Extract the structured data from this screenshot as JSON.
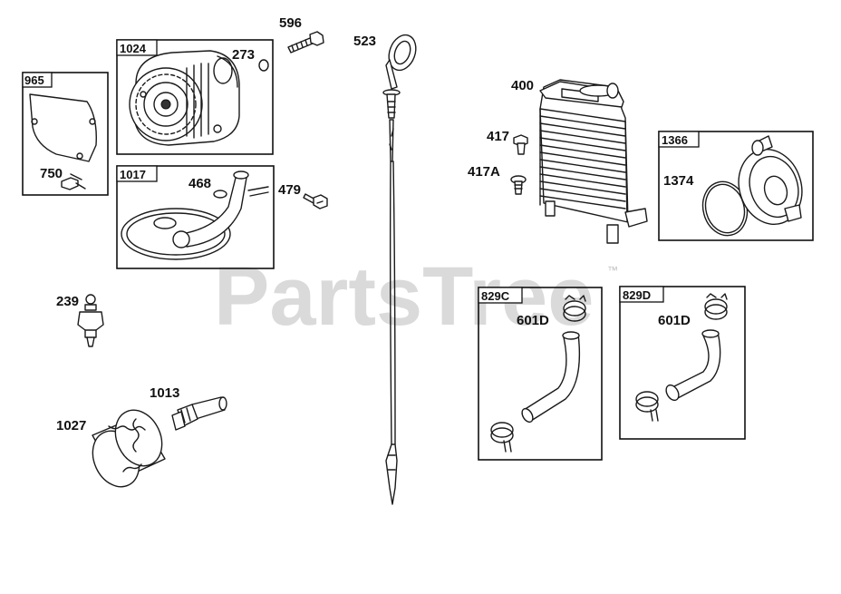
{
  "diagram": {
    "watermark": "PartsTree",
    "trademark": "™",
    "boxes": {
      "b965": "965",
      "b1024": "1024",
      "b1017": "1017",
      "b1366": "1366",
      "b829c": "829C",
      "b829d": "829D"
    },
    "labels": {
      "p596": "596",
      "p273": "273",
      "p523": "523",
      "p400": "400",
      "p750": "750",
      "p468": "468",
      "p479": "479",
      "p417": "417",
      "p417a": "417A",
      "p1374": "1374",
      "p239": "239",
      "p601d_c": "601D",
      "p601d_d": "601D",
      "p1013": "1013",
      "p1027": "1027"
    }
  }
}
